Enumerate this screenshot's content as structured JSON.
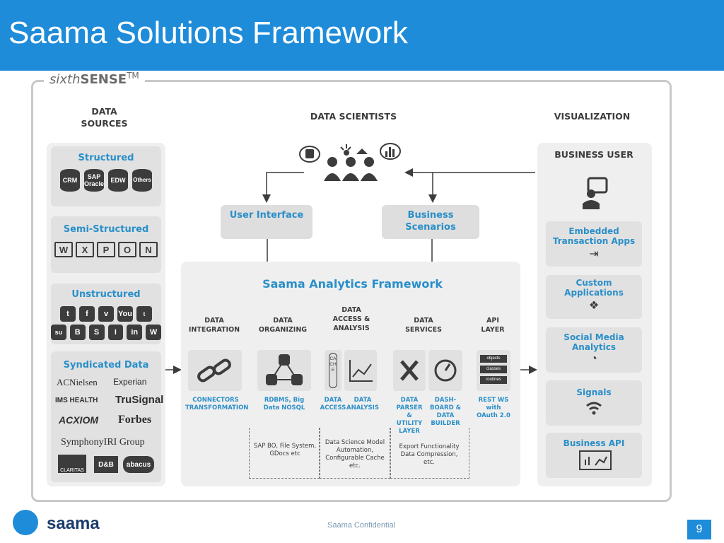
{
  "slide": {
    "title": "Saama Solutions Framework",
    "page_number": "9",
    "footer": "Saama Confidential",
    "logo_text": "saama"
  },
  "brand": {
    "italic": "sixth",
    "bold": "SENSE",
    "tm": "TM"
  },
  "headings": {
    "data_sources": "DATA SOURCES",
    "data_scientists": "DATA SCIENTISTS",
    "visualization": "VISUALIZATION"
  },
  "sources": {
    "structured": {
      "title": "Structured",
      "items": [
        "CRM",
        "SAP Oracle",
        "EDW",
        "Others"
      ]
    },
    "semi": {
      "title": "Semi-Structured",
      "items": [
        "W",
        "X",
        "P",
        "O",
        "N"
      ]
    },
    "unstructured": {
      "title": "Unstructured",
      "items": [
        "t",
        "f",
        "v",
        "You",
        "t",
        "su",
        "B",
        "S",
        "i",
        "in",
        "W"
      ]
    },
    "syndicated": {
      "title": "Syndicated Data",
      "logos": [
        "ACNielsen",
        "Experian",
        "IMS HEALTH",
        "TruSignal",
        "ACXIOM",
        "Forbes",
        "SymphonyIRI Group",
        "CLARITAS",
        "D&B",
        "abacus"
      ]
    }
  },
  "top": {
    "user_interface": "User Interface",
    "business_scenarios": "Business Scenarios"
  },
  "framework": {
    "title": "Saama Analytics Framework",
    "columns": [
      {
        "head": "DATA INTEGRATION",
        "caption": "CONNECTORS TRANSFORMATION"
      },
      {
        "head": "DATA ORGANIZING",
        "caption": "RDBMS, Big Data NOSQL"
      },
      {
        "head": "DATA ACCESS & ANALYSIS",
        "caption_a": "DATA ACCESS",
        "caption_b": "DATA ANALYSIS"
      },
      {
        "head": "DATA SERVICES",
        "caption_a": "DATA PARSER & UTILITY LAYER",
        "caption_b": "DASH-BOARD & DATA BUILDER"
      },
      {
        "head": "API LAYER",
        "caption": "REST WS with OAuth 2.0"
      }
    ],
    "cache_label": "CACHE",
    "api_items": [
      "objects",
      "classes",
      "routines"
    ],
    "notes": [
      "SAP BO, File System, GDocs etc",
      "Data Science Model Automation, Configurable Cache etc.",
      "Export Functionality Data Compression, etc."
    ]
  },
  "visualization": {
    "business_user": "BUSINESS USER",
    "items": [
      "Embedded Transaction Apps",
      "Custom Applications",
      "Social Media Analytics",
      "Signals",
      "Business API"
    ]
  },
  "colors": {
    "header": "#1e8cd9",
    "accent": "#2a8fc9",
    "dark": "#3c3c3c"
  }
}
